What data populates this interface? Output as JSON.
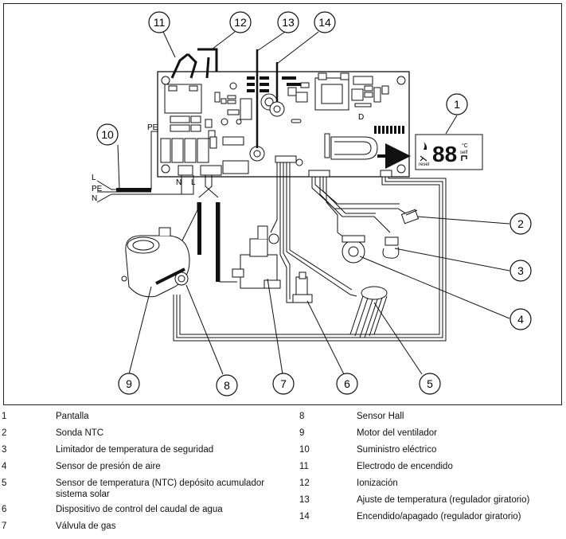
{
  "diagram": {
    "callouts": [
      "1",
      "2",
      "3",
      "4",
      "5",
      "6",
      "7",
      "8",
      "9",
      "10",
      "11",
      "12",
      "13",
      "14"
    ],
    "mains_labels": [
      "L",
      "PE",
      "N"
    ],
    "board_labels": {
      "pe": "PE",
      "n": "N",
      "l": "L",
      "d": "D"
    },
    "display": {
      "digits": "88",
      "unit": "°C",
      "mode": "self",
      "reset": "reset"
    }
  },
  "legend": {
    "left": [
      {
        "num": "1",
        "text": "Pantalla"
      },
      {
        "num": "2",
        "text": "Sonda NTC"
      },
      {
        "num": "3",
        "text": "Limitador de temperatura de seguridad"
      },
      {
        "num": "4",
        "text": "Sensor de presión de aire"
      },
      {
        "num": "5",
        "text": "Sensor de temperatura (NTC) depósito acumulador sistema solar"
      },
      {
        "num": "6",
        "text": "Dispositivo de control del caudal de agua"
      },
      {
        "num": "7",
        "text": "Válvula de gas"
      }
    ],
    "right": [
      {
        "num": "8",
        "text": "Sensor Hall"
      },
      {
        "num": "9",
        "text": "Motor del ventilador"
      },
      {
        "num": "10",
        "text": "Suministro eléctrico"
      },
      {
        "num": "11",
        "text": "Electrodo de encendido"
      },
      {
        "num": "12",
        "text": "Ionización"
      },
      {
        "num": "13",
        "text": "Ajuste de temperatura (regulador giratorio)"
      },
      {
        "num": "14",
        "text": "Encendido/apagado (regulador giratorio)"
      }
    ]
  }
}
